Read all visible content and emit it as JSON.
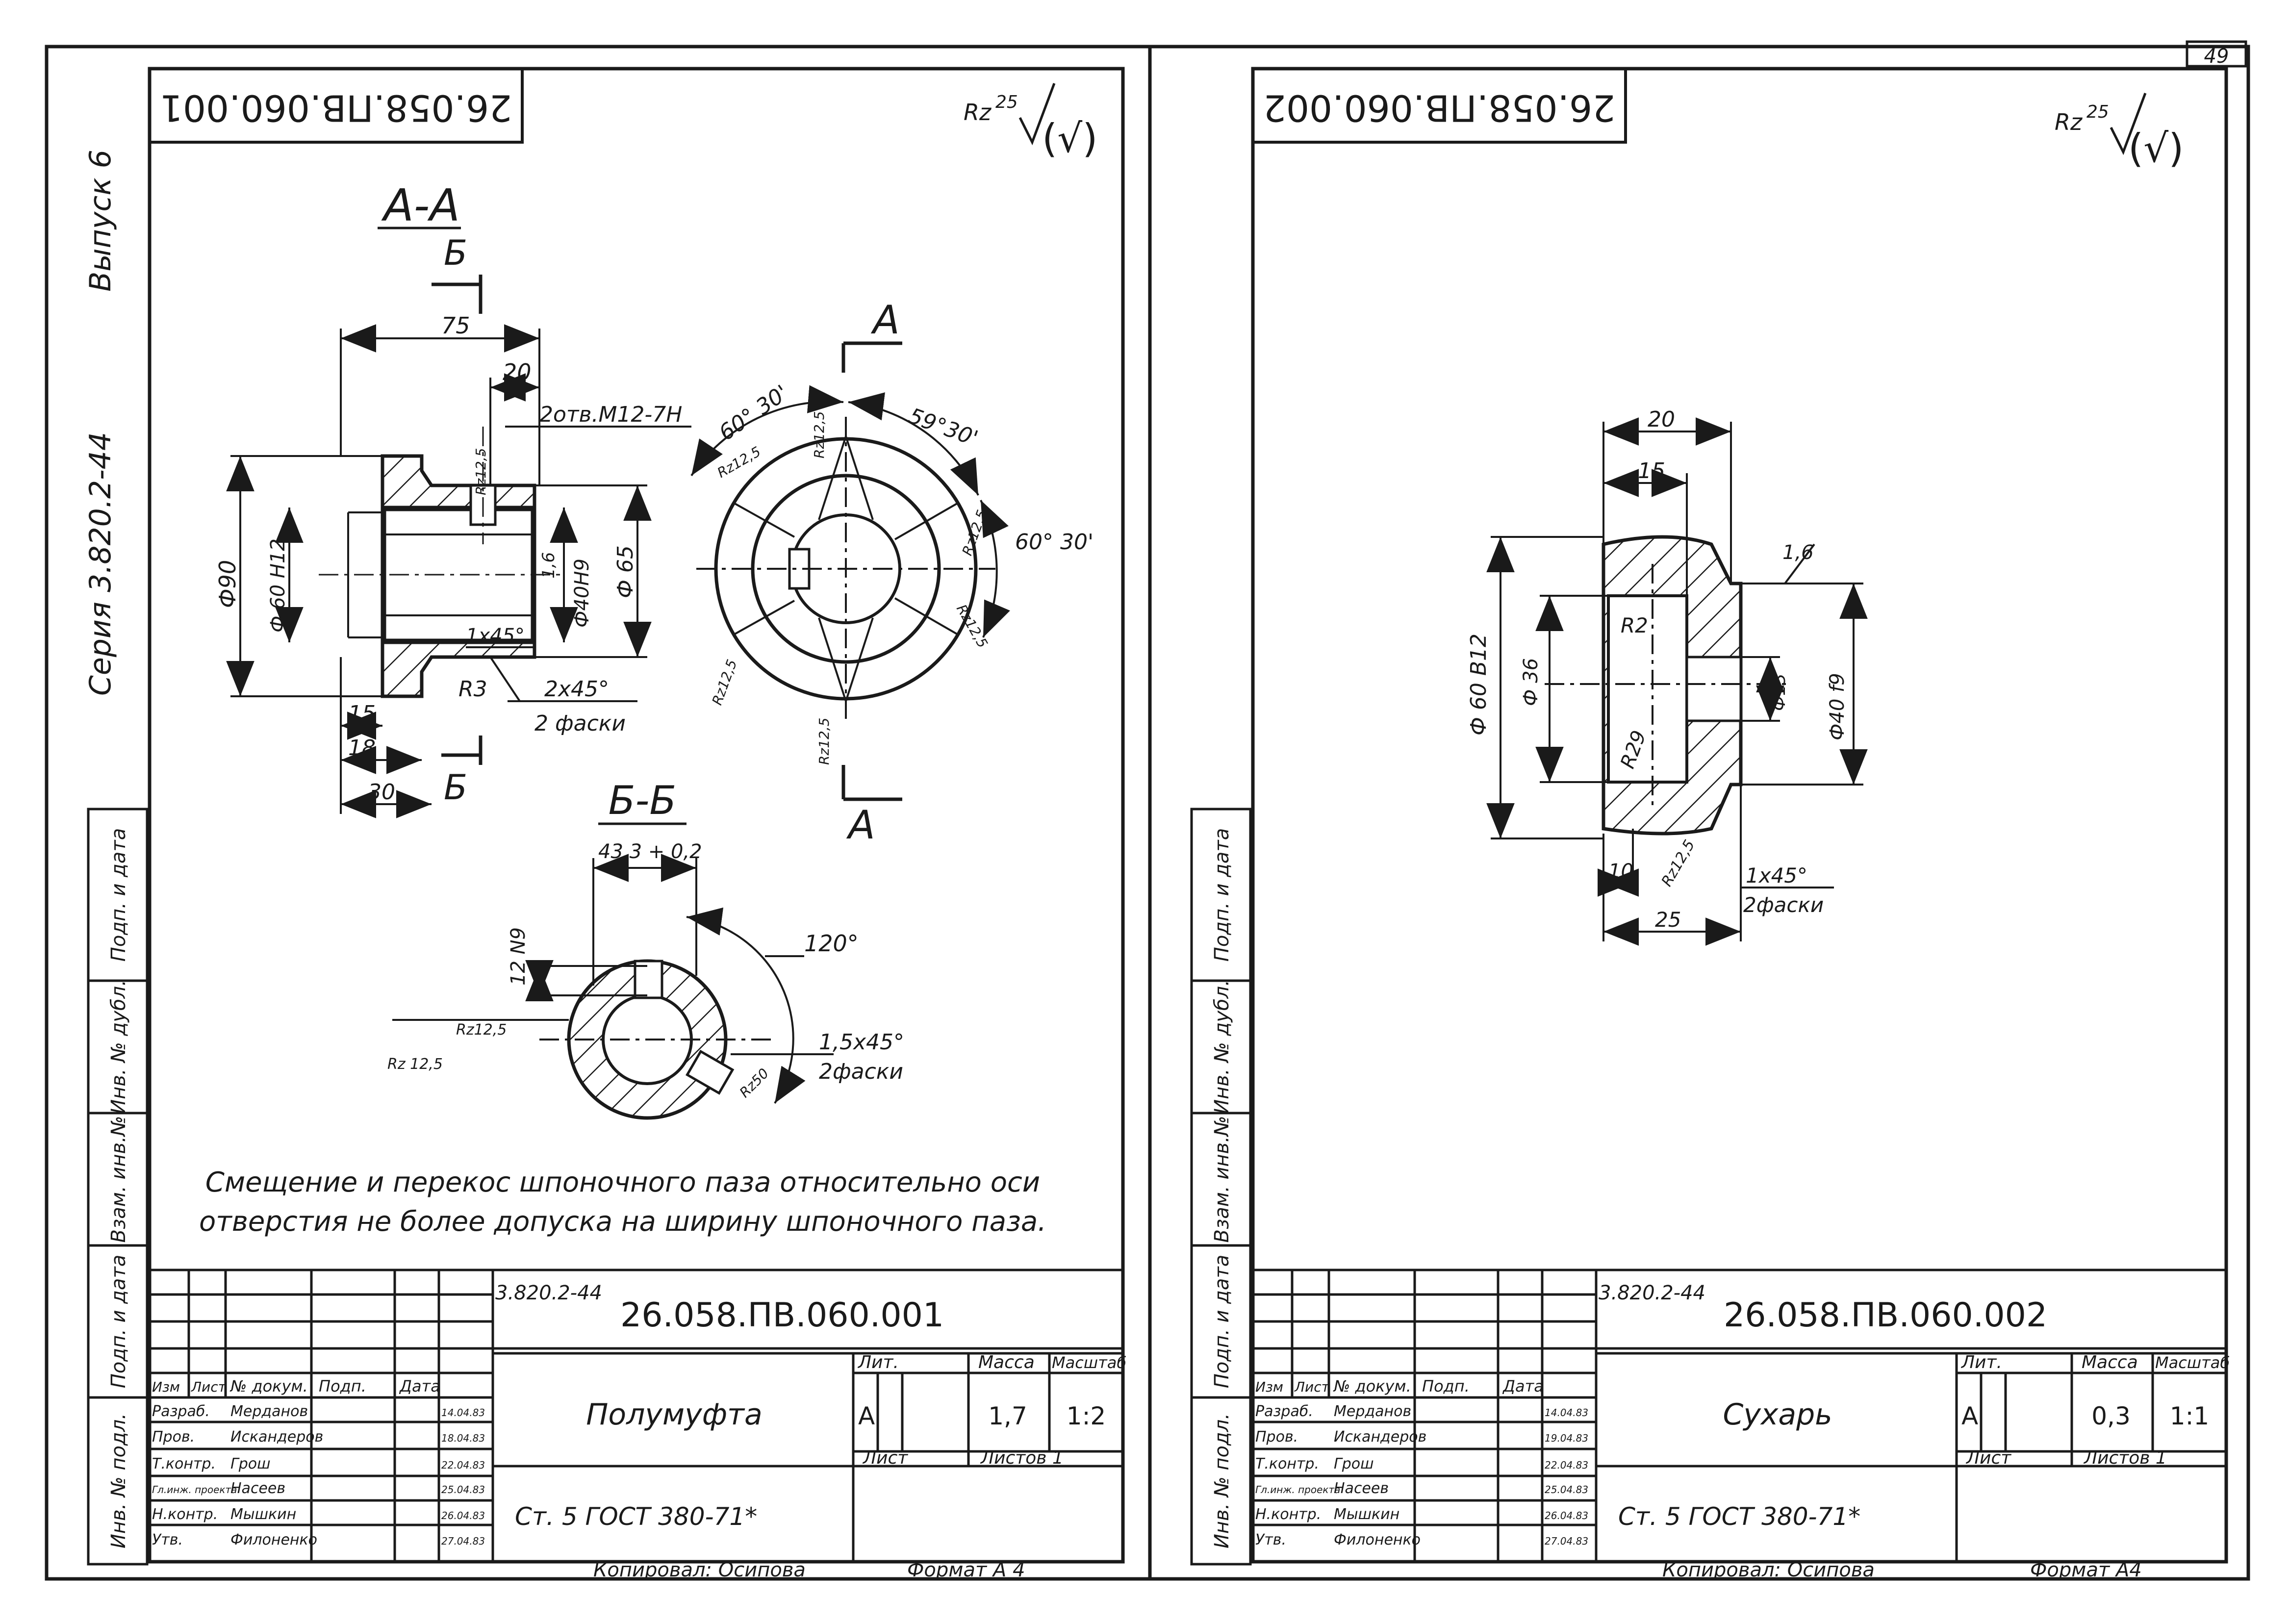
{
  "page_number": "49",
  "side_margin": {
    "issue": "Выпуск 6",
    "series": "Серия 3.820.2-44",
    "cells": [
      "Подп. и дата",
      "Инв. № дубл.",
      "Взам. инв.№",
      "Подп. и дата",
      "Инв. № подл."
    ]
  },
  "roughness_general": {
    "prefix": "Rz",
    "value": "25",
    "note": "(√)"
  },
  "sheet1": {
    "title_stamp_rotated": "26.058.ПВ.060.001",
    "section_aa": {
      "label": "А-А",
      "cut_label": "Б",
      "dims": {
        "d75": "75",
        "d20": "20",
        "holes": "2отв.М12-7Н",
        "rz125_top": "Rz12,5",
        "d90": "Ф90",
        "d60h12": "Ф 60 Н12",
        "d16": "1,6",
        "d40h9": "Ф40Н9",
        "d65": "Ф 65",
        "ch1x45": "1х45°",
        "r3": "R3",
        "ch2x45": "2х45°",
        "ch2f": "2 фаски",
        "d15": "15",
        "d18": "18",
        "d30": "30"
      }
    },
    "view_a": {
      "label": "А",
      "angles": [
        "60° 30'",
        "59°30'",
        "60° 30'"
      ],
      "rz": [
        "Rz12,5",
        "Rz12,5",
        "Rz12,5",
        "Rz12,5",
        "Rz12,5",
        "Rz12,5"
      ]
    },
    "section_bb": {
      "label": "Б-Б",
      "dims": {
        "d433": "43,3 + 0,2",
        "d12n9": "12 N9",
        "a120": "120°",
        "ch15": "1,5х45°",
        "ch2f": "2фаски",
        "rz125a": "Rz12,5",
        "rz125b": "Rz 12,5",
        "rz50": "Rz50"
      }
    },
    "note_line1": "Смещение и перекос шпоночного паза относительно оси",
    "note_line2": "отверстия не более допуска на ширину шпоночного паза.",
    "title_block": {
      "series_ref": "3.820.2-44",
      "designation": "26.058.ПВ.060.001",
      "part_name": "Полумуфта",
      "lit_header": "Лит.",
      "mass_header": "Масса",
      "scale_header": "Масштаб",
      "lit": "А",
      "mass": "1,7",
      "scale": "1:2",
      "sheet_label": "Лист",
      "sheets_label": "Листов 1",
      "material": "Ст. 5   ГОСТ 380-71*",
      "sig_header": [
        "Изм",
        "Лист",
        "№ докум.",
        "Подп.",
        "Дата"
      ],
      "rows": [
        {
          "role": "Разраб.",
          "name": "Мерданов",
          "date": "14.04.83"
        },
        {
          "role": "Пров.",
          "name": "Искандеров",
          "date": "18.04.83"
        },
        {
          "role": "Т.контр.",
          "name": "Грош",
          "date": "22.04.83"
        },
        {
          "role": "Гл.инж. проекта",
          "name": "Насеев",
          "date": "25.04.83"
        },
        {
          "role": "Н.контр.",
          "name": "Мышкин",
          "date": "26.04.83"
        },
        {
          "role": "Утв.",
          "name": "Филоненко",
          "date": "27.04.83"
        }
      ]
    },
    "copied_by": "Копировал:   Осипова",
    "format": "Формат   А 4"
  },
  "sheet2": {
    "title_stamp_rotated": "26.058.ПВ.060.002",
    "dims": {
      "d20": "20",
      "d15": "15",
      "d16": "1,6",
      "r2": "R2",
      "d60b12": "Ф 60 В12",
      "d36": "Ф 36",
      "d13": "Ф13",
      "d40f9": "Ф40 f9",
      "r29": "R29",
      "d10": "10",
      "rz125": "Rz12,5",
      "ch1x45": "1х45°",
      "ch2f": "2фаски",
      "d25": "25"
    },
    "title_block": {
      "series_ref": "3.820.2-44",
      "designation": "26.058.ПВ.060.002",
      "part_name": "Сухарь",
      "lit_header": "Лит.",
      "mass_header": "Масса",
      "scale_header": "Масштаб",
      "lit": "А",
      "mass": "0,3",
      "scale": "1:1",
      "sheet_label": "Лист",
      "sheets_label": "Листов 1",
      "material": "Ст. 5   ГОСТ 380-71*",
      "sig_header": [
        "Изм",
        "Лист",
        "№ докум.",
        "Подп.",
        "Дата"
      ],
      "rows": [
        {
          "role": "Разраб.",
          "name": "Мерданов",
          "date": "14.04.83"
        },
        {
          "role": "Пров.",
          "name": "Искандеров",
          "date": "19.04.83"
        },
        {
          "role": "Т.контр.",
          "name": "Грош",
          "date": "22.04.83"
        },
        {
          "role": "Гл.инж. проекта",
          "name": "Насеев",
          "date": "25.04.83"
        },
        {
          "role": "Н.контр.",
          "name": "Мышкин",
          "date": "26.04.83"
        },
        {
          "role": "Утв.",
          "name": "Филоненко",
          "date": "27.04.83"
        }
      ]
    },
    "copied_by": "Копировал:   Осипова",
    "format": "Формат   А4"
  }
}
